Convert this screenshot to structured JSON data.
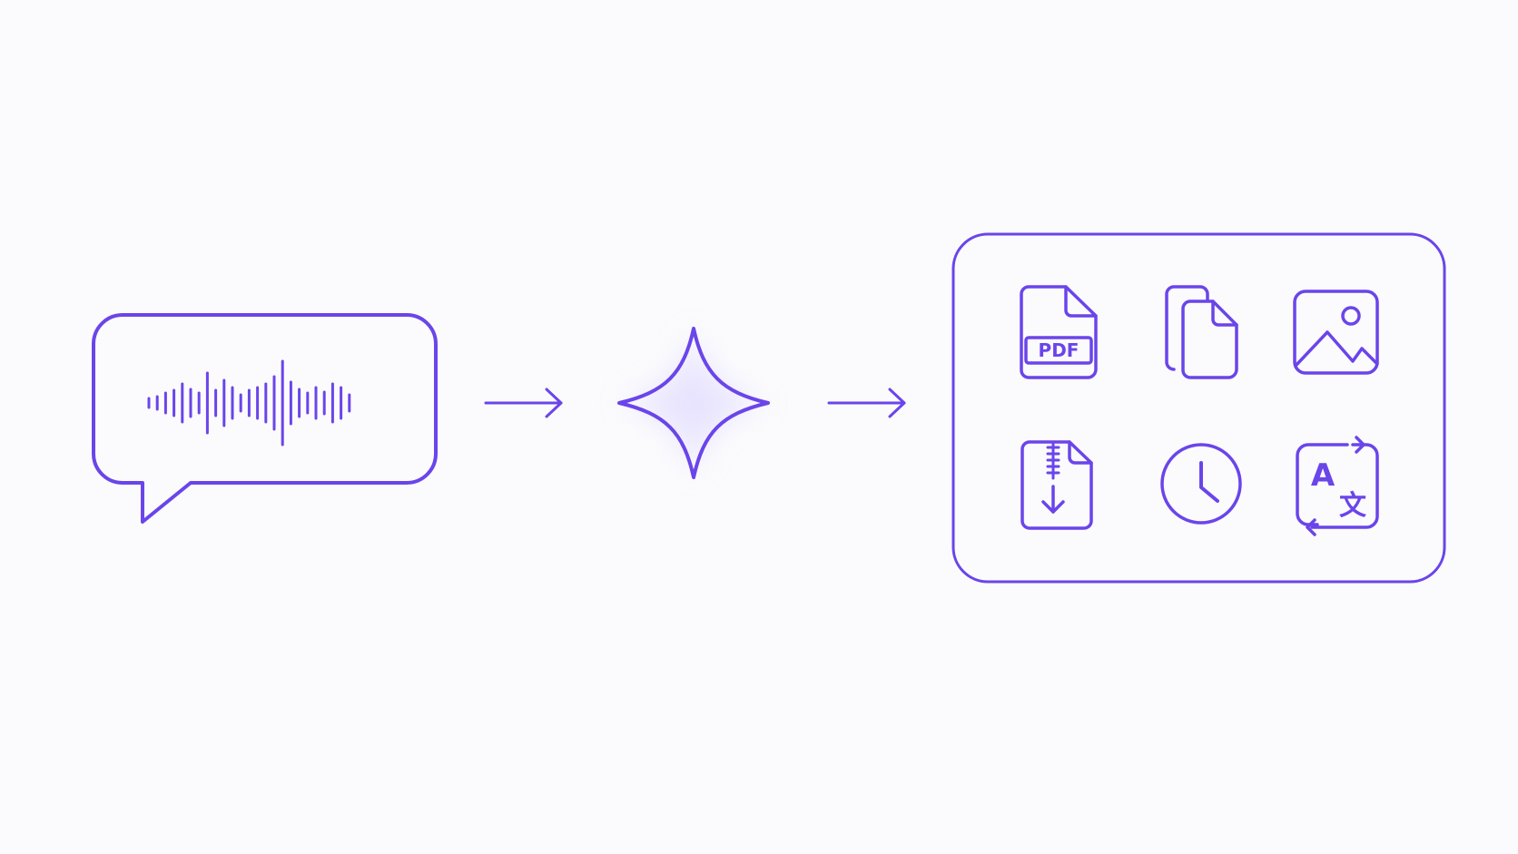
{
  "colors": {
    "accent": "#6a45ea",
    "background": "#fbfbfd",
    "glow": "#d9d1ff"
  },
  "diagram": {
    "input": {
      "icon": "voice-message-icon"
    },
    "process": {
      "icon": "sparkle-icon"
    },
    "output": {
      "icons": [
        {
          "name": "pdf-file-icon",
          "label": "PDF"
        },
        {
          "name": "copy-documents-icon"
        },
        {
          "name": "image-icon"
        },
        {
          "name": "zip-download-icon"
        },
        {
          "name": "clock-icon"
        },
        {
          "name": "translate-icon",
          "label_latin": "A",
          "label_cjk": "文"
        }
      ]
    }
  }
}
